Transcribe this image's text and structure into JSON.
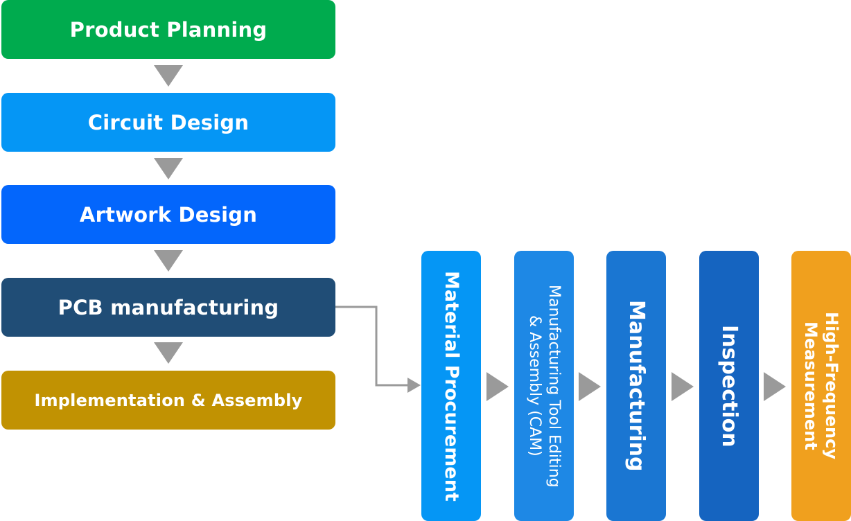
{
  "main_flow": [
    {
      "label": "Product Planning",
      "color": "#00ab4e"
    },
    {
      "label": "Circuit Design",
      "color": "#0596f5"
    },
    {
      "label": "Artwork Design",
      "color": "#0366fc"
    },
    {
      "label": "PCB manufacturing",
      "color": "#204d76"
    },
    {
      "label": "Implementation & Assembly",
      "color": "#c19202"
    }
  ],
  "pcb_subflow": [
    {
      "label": "Material Procurement",
      "color": "#0596f5"
    },
    {
      "label": "Manufacturing Tool Editing\n& Assembly (CAM)",
      "line1": "Manufacturing Tool Editing",
      "line2": "& Assembly (CAM)",
      "color": "#1e88e5"
    },
    {
      "label": "Manufacturing",
      "color": "#1a76d2"
    },
    {
      "label": "Inspection",
      "color": "#1564c0"
    },
    {
      "label": "High-Frequency Measurement",
      "line1": "High-Frequency",
      "line2": "Measurement",
      "color": "#f0a01e"
    }
  ],
  "connector_color": "#9a9a9a"
}
